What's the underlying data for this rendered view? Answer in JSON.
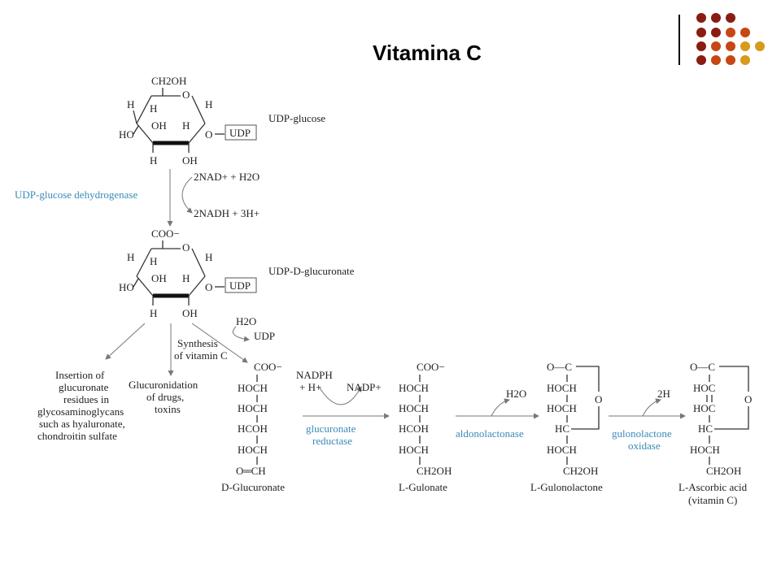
{
  "title": "Vitamina C",
  "logo_dot_colors": [
    "#8a1c12",
    "#c84614",
    "#d69a1c"
  ],
  "molecule1": {
    "ch2oh": "CH2OH",
    "ring_o": "O",
    "h_top_left": "H",
    "h_top_right": "H",
    "h_mid": "H",
    "ho": "HO",
    "oh_in": "OH",
    "h_in": "H",
    "o_link": "O",
    "udp": "UDP",
    "h_bottom": "H",
    "oh_bottom": "OH",
    "name": "UDP-glucose"
  },
  "step1": {
    "reactant": "2NAD+ + H2O",
    "enzyme": "UDP-glucose dehydrogenase",
    "product": "2NADH + 3H+"
  },
  "molecule2": {
    "coo": "COO−",
    "ring_o": "O",
    "h_top_left": "H",
    "h_top_right": "H",
    "h_mid": "H",
    "ho": "HO",
    "oh_in": "OH",
    "h_in": "H",
    "o_link": "O",
    "udp": "UDP",
    "h_bottom": "H",
    "oh_bottom": "OH",
    "name": "UDP-D-glucuronate"
  },
  "branches": {
    "insertion": [
      "Insertion of",
      "glucuronate",
      "residues in",
      "glycosaminoglycans",
      "such as hyaluronate,",
      "chondroitin sulfate"
    ],
    "glucuronidation": [
      "Glucuronidation",
      "of drugs,",
      "toxins"
    ],
    "synthesis": [
      "Synthesis",
      "of vitamin C"
    ],
    "h2o": "H2O",
    "udp": "UDP"
  },
  "d_glucuronate": {
    "rows": [
      "COO−",
      "HOCH",
      "HOCH",
      "HCOH",
      "HOCH",
      "O═CH"
    ],
    "name": "D-Glucuronate"
  },
  "step2": {
    "nadph": "NADPH",
    "h": "+ H+",
    "nadp": "NADP+",
    "enzyme": [
      "glucuronate",
      "reductase"
    ]
  },
  "l_gulonate": {
    "rows": [
      "COO−",
      "HOCH",
      "HOCH",
      "HCOH",
      "HOCH",
      "CH2OH"
    ],
    "name": "L-Gulonate"
  },
  "step3": {
    "h2o": "H2O",
    "enzyme": "aldonolactonase"
  },
  "l_gulonolactone": {
    "rows": [
      "O—C",
      "HOCH",
      "HOCH",
      "HC",
      "HOCH",
      "CH2OH"
    ],
    "ring_o": "O",
    "name": "L-Gulonolactone"
  },
  "step4": {
    "h": "2H",
    "enzyme": [
      "gulonolactone",
      "oxidase"
    ]
  },
  "ascorbic": {
    "rows": [
      "O—C",
      "HOC",
      "HOC",
      "HC",
      "HOCH",
      "CH2OH"
    ],
    "ring_o": "O",
    "name": [
      "L-Ascorbic acid",
      "(vitamin C)"
    ]
  }
}
